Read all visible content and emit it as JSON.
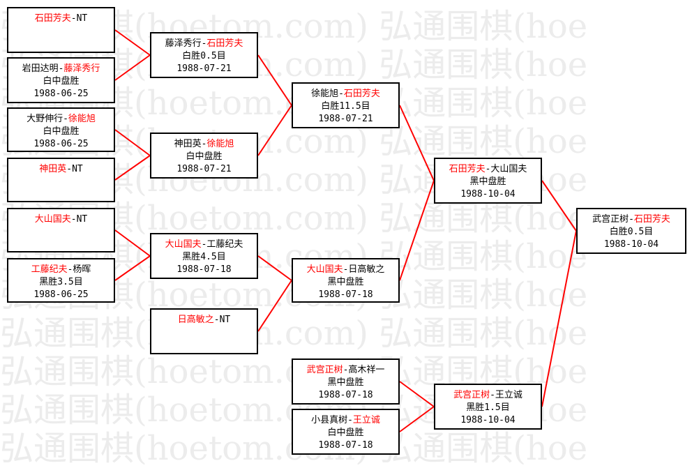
{
  "watermark": {
    "lines": [
      "弘通围棋(hoetom.com) 弘通围棋(hoe",
      "弘通围棋(hoetom.com) 弘通围棋(hoe",
      "弘通围棋(hoetom.com) 弘通围棋(hoe",
      "弘通围棋(hoetom.com) 弘通围棋(hoe",
      "弘通围棋(hoetom.com) 弘通围棋(hoe",
      "弘通围棋(hoetom.com) 弘通围棋(hoe",
      "弘通围棋(hoetom.com) 弘通围棋(hoe",
      "弘通围棋(hoetom.com) 弘通围棋(hoe",
      "弘通围棋(hoetom.com) 弘通围棋(hoe",
      "弘通围棋(hoetom.com) 弘通围棋(hoe",
      "弘通围棋(hoetom.com) 弘通围棋(hoe",
      "弘通围棋(hoetom.com) 弘通围棋(hoe"
    ]
  },
  "colors": {
    "winner": "#ff0000",
    "line": "#ff0000",
    "border": "#000000"
  },
  "bracket": {
    "r1": [
      {
        "p1": "石田芳夫",
        "p2": "NT",
        "winner": "p1",
        "result": "",
        "date": ""
      },
      {
        "p1": "岩田达明",
        "p2": "藤泽秀行",
        "winner": "p2",
        "result": "白中盘胜",
        "date": "1988-06-25"
      },
      {
        "p1": "大野伸行",
        "p2": "徐能旭",
        "winner": "p2",
        "result": "白中盘胜",
        "date": "1988-06-25"
      },
      {
        "p1": "神田英",
        "p2": "NT",
        "winner": "p1",
        "result": "",
        "date": ""
      },
      {
        "p1": "大山国夫",
        "p2": "NT",
        "winner": "p1",
        "result": "",
        "date": ""
      },
      {
        "p1": "工藤纪夫",
        "p2": "杨晖",
        "winner": "p1",
        "result": "黑胜3.5目",
        "date": "1988-06-25"
      }
    ],
    "r2": [
      {
        "p1": "藤泽秀行",
        "p2": "石田芳夫",
        "winner": "p2",
        "result": "白胜0.5目",
        "date": "1988-07-21"
      },
      {
        "p1": "神田英",
        "p2": "徐能旭",
        "winner": "p2",
        "result": "白中盘胜",
        "date": "1988-07-21"
      },
      {
        "p1": "大山国夫",
        "p2": "工藤纪夫",
        "winner": "p1",
        "result": "黑胜4.5目",
        "date": "1988-07-18"
      },
      {
        "p1": "日高敏之",
        "p2": "NT",
        "winner": "p1",
        "result": "",
        "date": ""
      }
    ],
    "r3": [
      {
        "p1": "徐能旭",
        "p2": "石田芳夫",
        "winner": "p2",
        "result": "白胜11.5目",
        "date": "1988-07-21"
      },
      {
        "p1": "大山国夫",
        "p2": "日高敏之",
        "winner": "p1",
        "result": "黑中盘胜",
        "date": "1988-07-18"
      },
      {
        "p1": "武宫正树",
        "p2": "高木祥一",
        "winner": "p1",
        "result": "黑中盘胜",
        "date": "1988-07-18"
      },
      {
        "p1": "小县真树",
        "p2": "王立诚",
        "winner": "p2",
        "result": "白中盘胜",
        "date": "1988-07-18"
      }
    ],
    "r4": [
      {
        "p1": "石田芳夫",
        "p2": "大山国夫",
        "winner": "p1",
        "result": "黑中盘胜",
        "date": "1988-10-04"
      },
      {
        "p1": "武宫正树",
        "p2": "王立诚",
        "winner": "p1",
        "result": "黑胜1.5目",
        "date": "1988-10-04"
      }
    ],
    "final": [
      {
        "p1": "武宫正树",
        "p2": "石田芳夫",
        "winner": "p2",
        "result": "白胜0.5目",
        "date": "1988-10-04"
      }
    ]
  }
}
